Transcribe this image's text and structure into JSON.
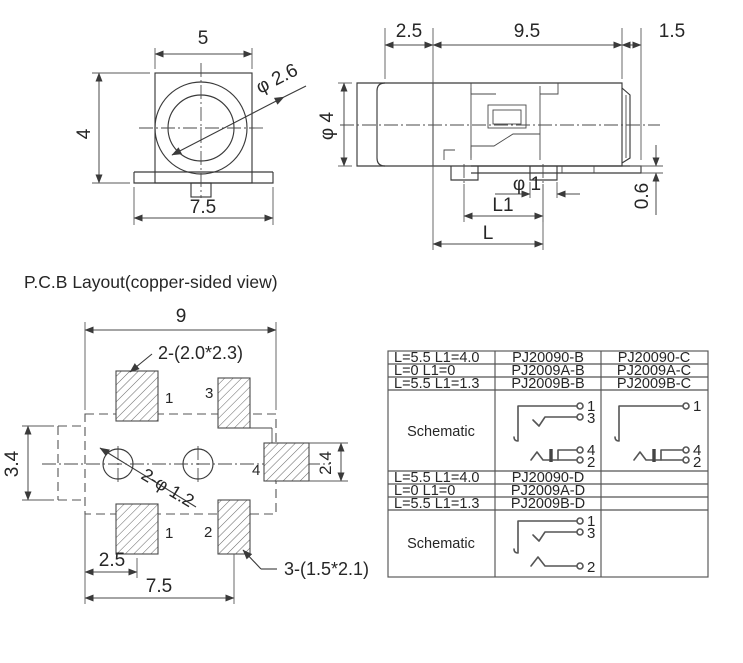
{
  "drawing": {
    "title_pcb": "P.C.B Layout(copper-sided view)"
  },
  "front_view": {
    "dim_width_top": "5",
    "dim_height_left": "4",
    "dim_width_bottom": "7.5",
    "dim_bore": "φ 2.6"
  },
  "side_view": {
    "dim_a": "2.5",
    "dim_b": "9.5",
    "dim_c": "1.5",
    "dim_dia": "φ 4",
    "dim_pin_dia": "φ 1",
    "dim_l1": "L1",
    "dim_l": "L",
    "dim_thickness": "0.6"
  },
  "pcb_view": {
    "dim_width_top": "9",
    "dim_height_left": "3.4",
    "dim_height_right": "2.4",
    "dim_offset": "2.5",
    "dim_span": "7.5",
    "note_pads_a": "2-(2.0*2.3)",
    "note_pads_b": "3-(1.5*2.1)",
    "note_holes": "2-φ 1.2",
    "pad_labels": [
      "1",
      "3",
      "4",
      "1",
      "2"
    ]
  },
  "table": {
    "blocks": [
      {
        "rows": [
          {
            "spec": "L=5.5  L1=4.0",
            "part_b": "PJ20090-B",
            "part_c": "PJ20090-C"
          },
          {
            "spec": "L=0      L1=0",
            "part_b": "PJ2009A-B",
            "part_c": "PJ2009A-C"
          },
          {
            "spec": "L=5.5  L1=1.3",
            "part_b": "PJ2009B-B",
            "part_c": "PJ2009B-C"
          }
        ],
        "schematic_label": "Schematic",
        "schematic_b": {
          "top_pins": [
            "1",
            "3"
          ],
          "bottom_pins": [
            "4",
            "2"
          ]
        },
        "schematic_c": {
          "top_pins": [
            "1"
          ],
          "bottom_pins": [
            "4",
            "2"
          ]
        }
      },
      {
        "rows": [
          {
            "spec": "L=5.5  L1=4.0",
            "part_b": "PJ20090-D",
            "part_c": ""
          },
          {
            "spec": "L=0      L1=0",
            "part_b": "PJ2009A-D",
            "part_c": ""
          },
          {
            "spec": "L=5.5  L1=1.3",
            "part_b": "PJ2009B-D",
            "part_c": ""
          }
        ],
        "schematic_label": "Schematic",
        "schematic_b": {
          "top_pins": [
            "1",
            "3"
          ],
          "bottom_pins": [
            "2"
          ]
        },
        "schematic_c": {
          "top_pins": [],
          "bottom_pins": []
        }
      }
    ]
  },
  "colors": {
    "line": "#3a3a3a",
    "text": "#262626",
    "background": "#ffffff",
    "hatch": "#5a5a5a"
  }
}
